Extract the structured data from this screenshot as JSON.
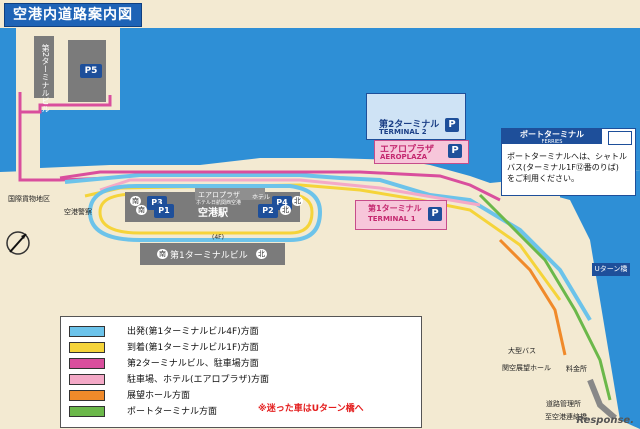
{
  "title": "空港内道路案内図",
  "labels": {
    "terminal2_vertical": "第2ターミナルビル",
    "p5": "P5",
    "cargo": "国際貨物地区",
    "police": "空港警察",
    "p3": "P3",
    "p4": "P4",
    "p1": "P1",
    "p2": "P2",
    "south": "南",
    "north": "北",
    "aeroplaza_hotel": "エアロプラザ",
    "hotel_line": "ホテル日航関西空港",
    "hotel_short": "ホテル",
    "station": "空港駅",
    "floor": "(4F)",
    "terminal1_building": "第1ターミナルビル",
    "p_short": "P",
    "uturn_bridge": "Uターン橋",
    "bus": "大型バス",
    "observation": "関空展望ホール",
    "toll": "料金所",
    "road_office": "道路管理所",
    "to_bridge": "至空港連絡橋"
  },
  "boxes": {
    "terminal2": {
      "jp": "第2ターミナル",
      "en": "TERMINAL 2"
    },
    "aeroplaza": {
      "jp": "エアロプラザ",
      "en": "AEROPLAZA"
    },
    "terminal1": {
      "jp": "第1ターミナル",
      "en": "TERMINAL 1"
    },
    "port": {
      "head": "ポートターミナル",
      "en": "FERRIES",
      "line1": "ポートターミナルへは、シャトル",
      "line2": "バス(ターミナル1F⑫番のりば)",
      "line3": "をご利用ください。"
    }
  },
  "legend": [
    {
      "color": "#6cc3ea",
      "text": "出発(第1ターミナルビル4F)方面"
    },
    {
      "color": "#f5d43a",
      "text": "到着(第1ターミナルビル1F)方面"
    },
    {
      "color": "#d94e9d",
      "text": "第2ターミナルビル、駐車場方面"
    },
    {
      "color": "#f4a9c7",
      "text": "駐車場、ホテル(エアロプラザ)方面"
    },
    {
      "color": "#f08a2a",
      "text": "展望ホール方面"
    },
    {
      "color": "#6bb84a",
      "text": "ポートターミナル方面"
    }
  ],
  "warning": "※迷った車はUターン橋へ",
  "credit": "Response."
}
